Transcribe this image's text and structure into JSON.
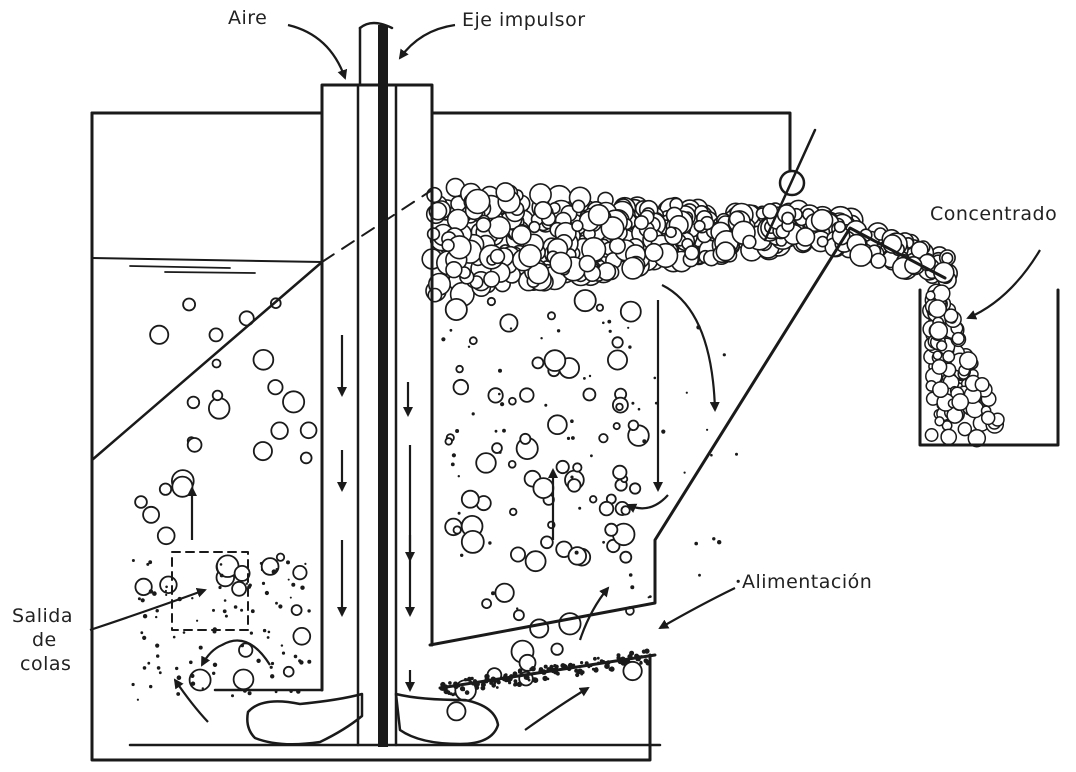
{
  "labels": {
    "aire": "Aire",
    "eje": "Eje impulsor",
    "concentrado": "Concentrado",
    "alimentacion": "Alimentación",
    "salida_1": "Salida",
    "salida_2": "de",
    "salida_3": "colas"
  },
  "colors": {
    "ink": "#1a1a1a",
    "paper": "#ffffff"
  }
}
